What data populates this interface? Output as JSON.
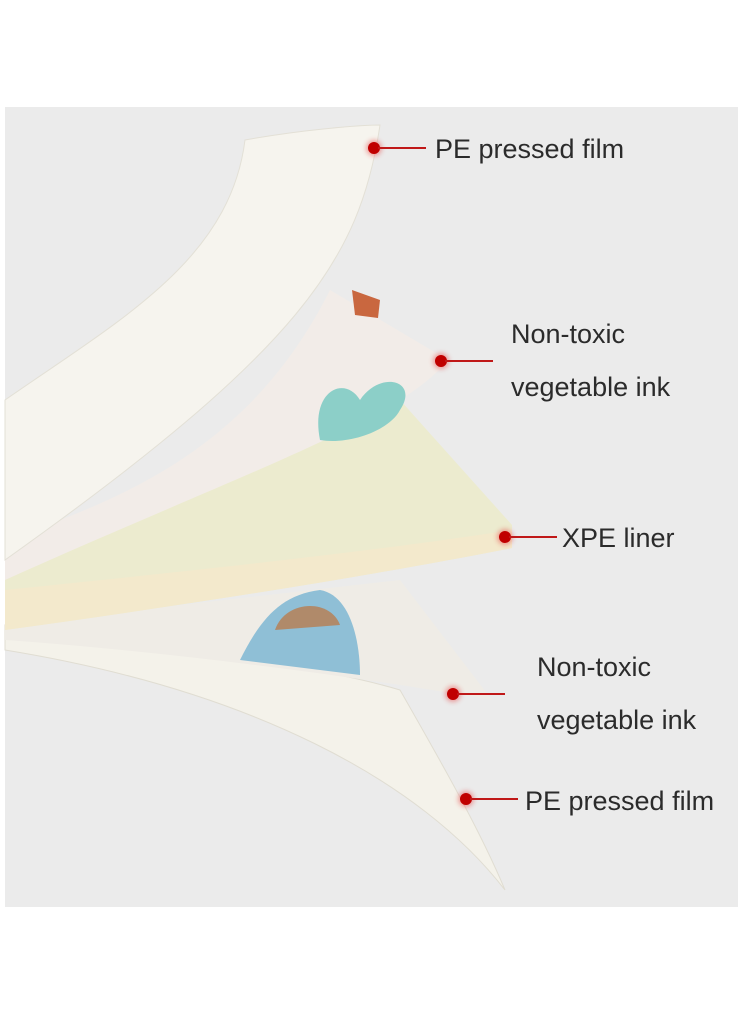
{
  "labels": [
    {
      "lines": [
        "PE pressed film"
      ]
    },
    {
      "lines": [
        "Non-toxic",
        "vegetable ink"
      ]
    },
    {
      "lines": [
        "XPE liner"
      ]
    },
    {
      "lines": [
        "Non-toxic",
        "vegetable ink"
      ]
    },
    {
      "lines": [
        "PE pressed film"
      ]
    }
  ],
  "colors": {
    "marker": "#c00000",
    "background": "#ebebeb",
    "text": "#2b2b2b"
  }
}
